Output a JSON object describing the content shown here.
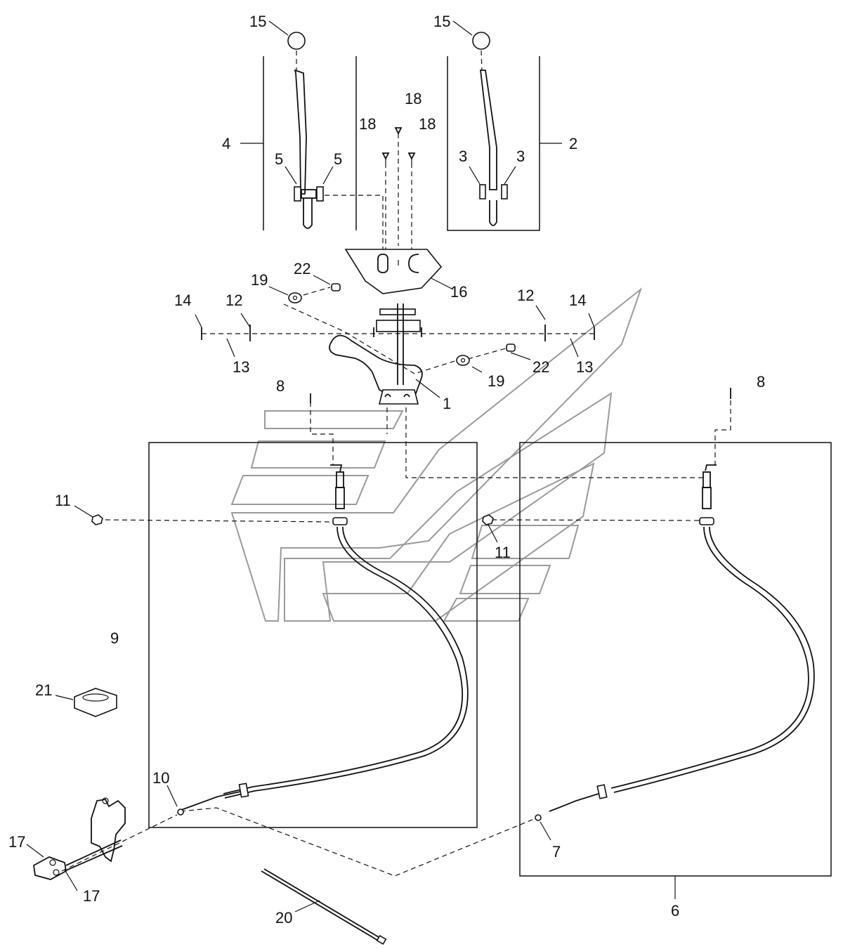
{
  "callouts": {
    "c1": "1",
    "c2": "2",
    "c3a": "3",
    "c3b": "3",
    "c4": "4",
    "c5a": "5",
    "c5b": "5",
    "c6": "6",
    "c7": "7",
    "c8a": "8",
    "c8b": "8",
    "c9": "9",
    "c10": "10",
    "c11a": "11",
    "c11b": "11",
    "c12a": "12",
    "c12b": "12",
    "c13a": "13",
    "c13b": "13",
    "c14a": "14",
    "c14b": "14",
    "c15a": "15",
    "c15b": "15",
    "c16": "16",
    "c17a": "17",
    "c17b": "17",
    "c18a": "18",
    "c18b": "18",
    "c18c": "18",
    "c19a": "19",
    "c19b": "19",
    "c20": "20",
    "c21": "21",
    "c22a": "22",
    "c22b": "22"
  },
  "colors": {
    "line": "#111111",
    "watermark": "#9a9a9a",
    "background": "#ffffff"
  }
}
